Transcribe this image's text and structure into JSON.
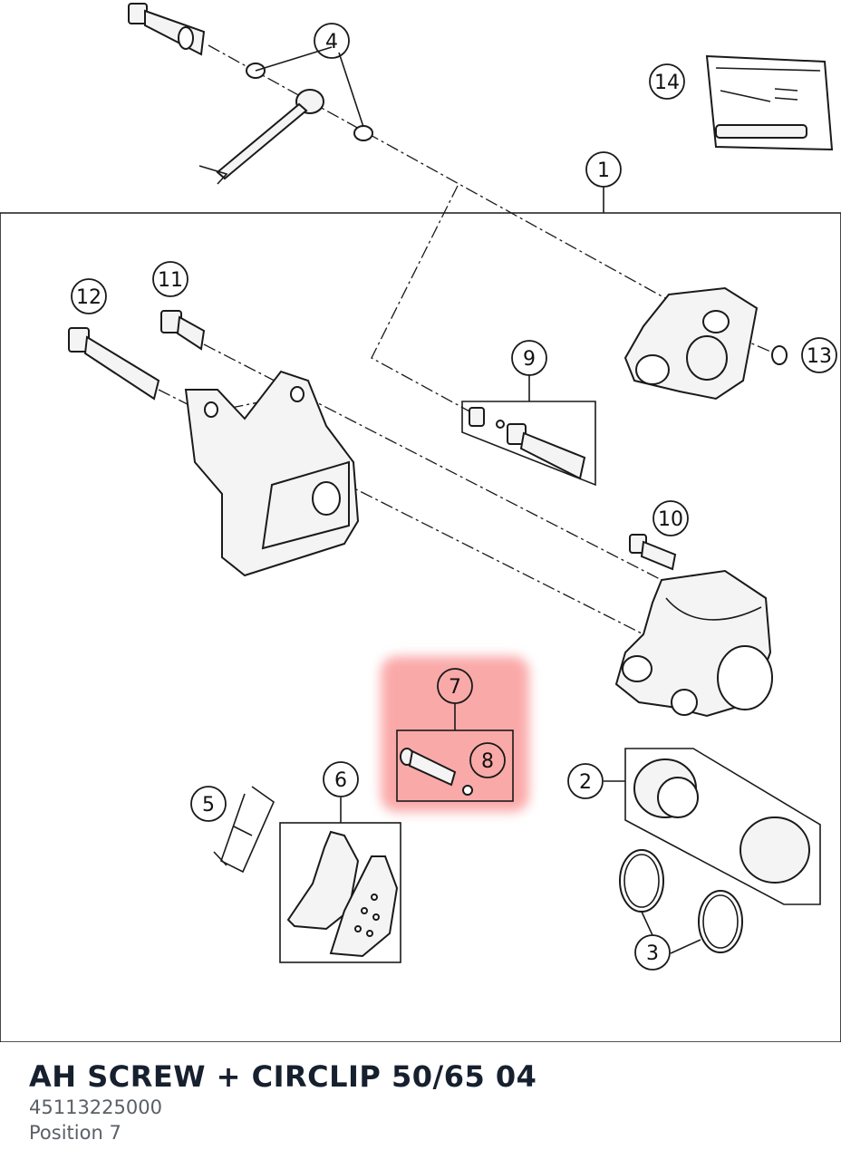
{
  "highlight_color": "#f87171",
  "callouts": [
    {
      "id": "1",
      "label": "1"
    },
    {
      "id": "2",
      "label": "2"
    },
    {
      "id": "3",
      "label": "3"
    },
    {
      "id": "4",
      "label": "4"
    },
    {
      "id": "5",
      "label": "5"
    },
    {
      "id": "6",
      "label": "6"
    },
    {
      "id": "7",
      "label": "7"
    },
    {
      "id": "8",
      "label": "8"
    },
    {
      "id": "9",
      "label": "9"
    },
    {
      "id": "10",
      "label": "10"
    },
    {
      "id": "11",
      "label": "11"
    },
    {
      "id": "12",
      "label": "12"
    },
    {
      "id": "13",
      "label": "13"
    },
    {
      "id": "14",
      "label": "14"
    }
  ],
  "selected_part": {
    "title": "AH SCREW + CIRCLIP 50/65 04",
    "number": "45113225000",
    "position": "Position 7"
  }
}
